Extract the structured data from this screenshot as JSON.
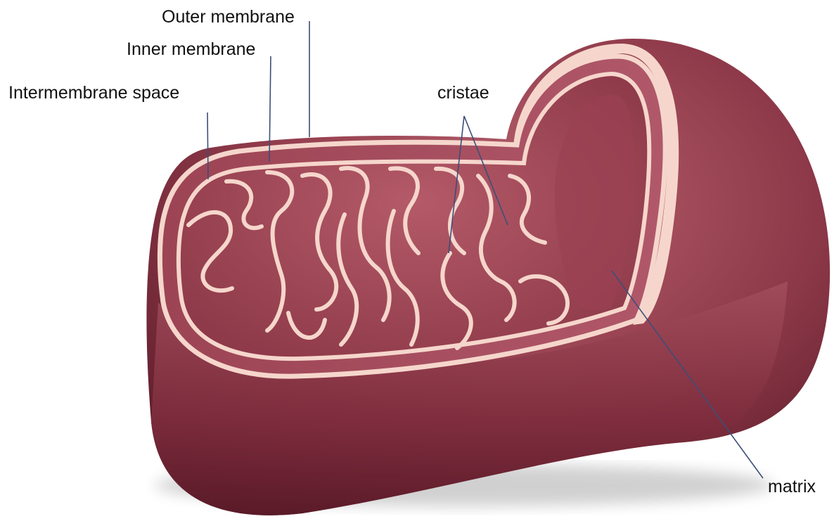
{
  "labels": {
    "outer_membrane": "Outer membrane",
    "inner_membrane": "Inner membrane",
    "intermembrane_space": "Intermembrane space",
    "cristae": "cristae",
    "matrix": "matrix"
  },
  "colors": {
    "body": "#8f3a4a",
    "body_light": "#b4606d",
    "body_dark": "#5a1a28",
    "membrane": "#f6d6cc",
    "matrix_fill": "#a24a5a",
    "leader_line": "#3c4e78"
  }
}
